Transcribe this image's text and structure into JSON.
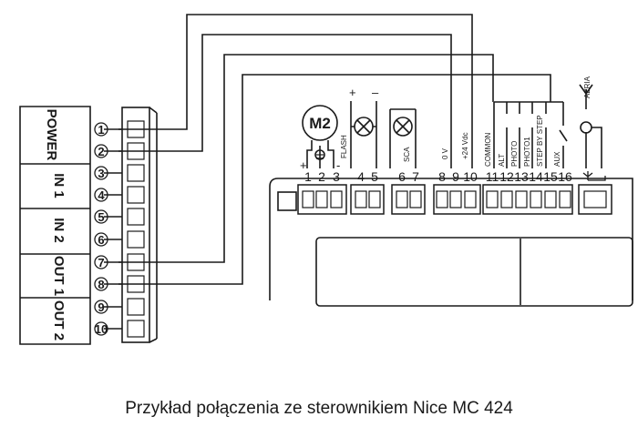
{
  "left_module": {
    "sections": [
      "POWER",
      "IN 1",
      "IN 2",
      "OUT 1",
      "OUT 2"
    ],
    "terminals": [
      "1",
      "2",
      "3",
      "4",
      "5",
      "6",
      "7",
      "8",
      "9",
      "10"
    ]
  },
  "controller": {
    "terminal_numbers": [
      "1",
      "2",
      "3",
      "4",
      "5",
      "6",
      "7",
      "8",
      "9",
      "10",
      "11",
      "12",
      "13",
      "14",
      "15",
      "16"
    ],
    "motor_label": "M2",
    "plus_sign": "+",
    "minus_sign": "-",
    "flash_plus": "+",
    "flash_minus": "–",
    "flash_label": "FLASH",
    "sca_label": "SCA",
    "ov_label": "0 V",
    "v24_label": "+24 Vdc",
    "common_label": "COMMON",
    "alt_label": "ALT",
    "photo_label": "PHOTO",
    "photo1_label": "PHOTO1",
    "step_label": "STEP BY STEP",
    "aux_label": "AUX",
    "aerial_label": "AERIA"
  },
  "caption": "Przykład połączenia ze sterownikiem Nice MC 424"
}
